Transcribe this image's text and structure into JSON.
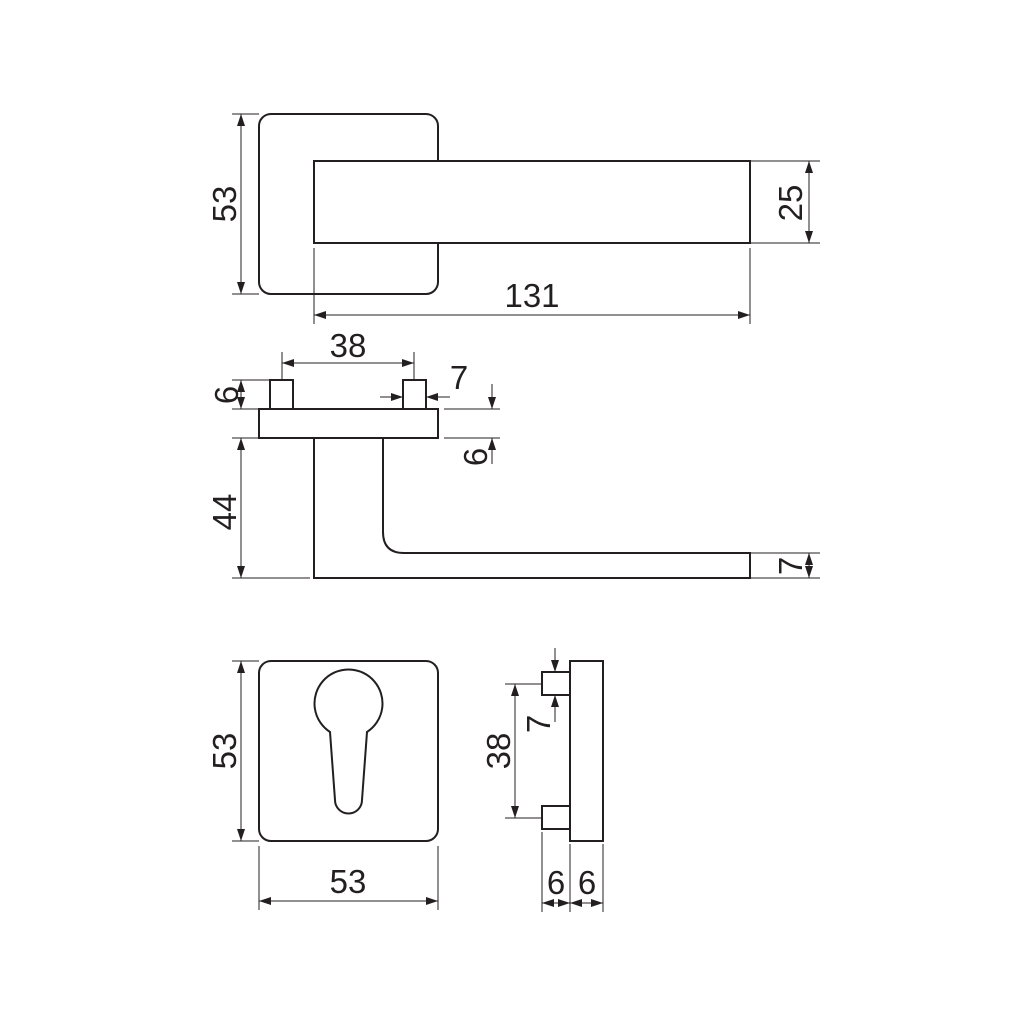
{
  "drawing": {
    "front_view": {
      "rose_height": "53",
      "lever_height": "25",
      "lever_length": "131"
    },
    "side_view": {
      "pin_spacing": "38",
      "pin_width": "7",
      "pin_height": "6",
      "rose_thickness": "6",
      "lever_drop": "44",
      "lever_thickness": "7"
    },
    "escutcheon_front": {
      "height": "53",
      "width": "53"
    },
    "escutcheon_side": {
      "pin_width": "7",
      "pin_spacing": "38",
      "pin_length": "6",
      "plate_thickness": "6"
    }
  }
}
